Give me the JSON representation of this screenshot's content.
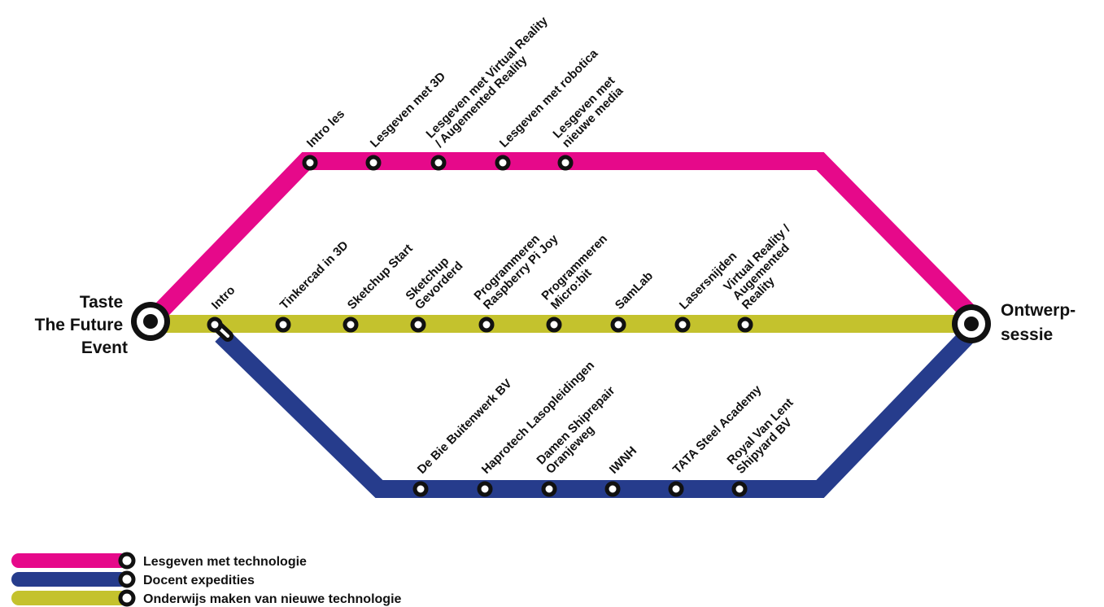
{
  "colors": {
    "pink": "#e6098a",
    "blue": "#263c8c",
    "olive": "#c4c22d",
    "ink": "#111111"
  },
  "terminals": {
    "start": [
      "Taste",
      "The Future",
      "Event"
    ],
    "end": [
      "Ontwerp-",
      "sessie"
    ]
  },
  "lines": {
    "pink": {
      "stations": [
        [
          "Intro les"
        ],
        [
          "Lesgeven met 3D"
        ],
        [
          "Lesgeven met Virtual Reality",
          "/ Augemented Reality"
        ],
        [
          "Lesgeven met robotica"
        ],
        [
          "Lesgeven met",
          "nieuwe media"
        ]
      ]
    },
    "olive": {
      "stations": [
        [
          "Intro"
        ],
        [
          "Tinkercad in 3D"
        ],
        [
          "Sketchup Start"
        ],
        [
          "Sketchup",
          "Gevorderd"
        ],
        [
          "Programmeren",
          "Raspberry Pi Joy"
        ],
        [
          "Programmeren",
          "Micro:bit"
        ],
        [
          "SamLab"
        ],
        [
          "Lasersnijden"
        ],
        [
          "Virtual Reality /",
          "Augemented",
          "Reality"
        ]
      ]
    },
    "blue": {
      "stations": [
        [
          "De Bie Buitenwerk BV"
        ],
        [
          "Haprotech Lasopleidingen"
        ],
        [
          "Damen Shiprepair",
          "Oranjeweg"
        ],
        [
          "IWNH"
        ],
        [
          "TATA Steel Academy"
        ],
        [
          "Royal Van Lent",
          "Shipyard BV"
        ]
      ]
    }
  },
  "legend": [
    {
      "label": "Lesgeven met technologie",
      "color": "#e6098a"
    },
    {
      "label": "Docent expedities",
      "color": "#263c8c"
    },
    {
      "label": "Onderwijs maken van nieuwe technologie",
      "color": "#c4c22d"
    }
  ]
}
